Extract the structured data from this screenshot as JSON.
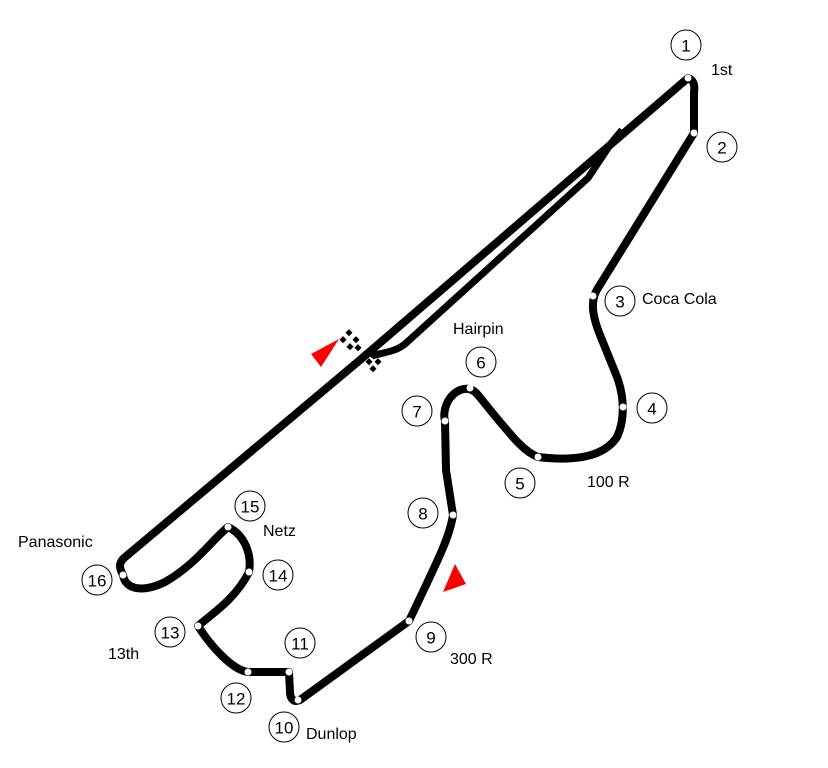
{
  "title": "Circuit map",
  "corners": [
    {
      "num": "1",
      "name": "1st"
    },
    {
      "num": "2",
      "name": ""
    },
    {
      "num": "3",
      "name": "Coca Cola"
    },
    {
      "num": "4",
      "name": ""
    },
    {
      "num": "5",
      "name": "100 R"
    },
    {
      "num": "6",
      "name": "Hairpin"
    },
    {
      "num": "7",
      "name": ""
    },
    {
      "num": "8",
      "name": ""
    },
    {
      "num": "9",
      "name": "300 R"
    },
    {
      "num": "10",
      "name": "Dunlop"
    },
    {
      "num": "11",
      "name": ""
    },
    {
      "num": "12",
      "name": ""
    },
    {
      "num": "13",
      "name": "13th"
    },
    {
      "num": "14",
      "name": ""
    },
    {
      "num": "15",
      "name": "Netz"
    },
    {
      "num": "16",
      "name": "Panasonic"
    }
  ],
  "colors": {
    "track": "#000000",
    "direction_arrow": "#ff0000",
    "corner_marker": "#ffffff"
  }
}
